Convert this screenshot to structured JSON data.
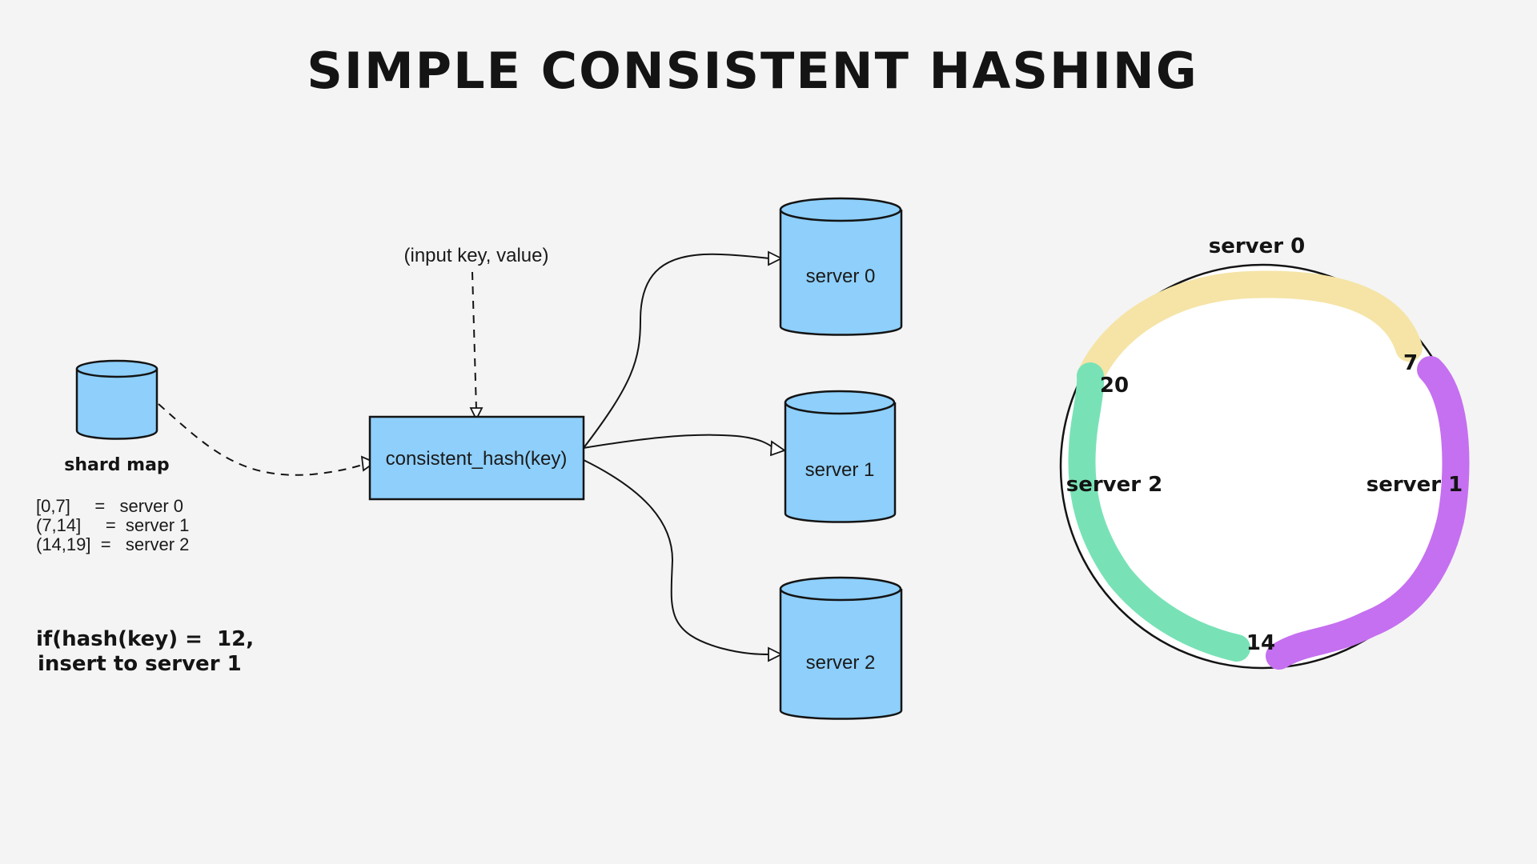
{
  "title": "SIMPLE CONSISTENT HASHING",
  "input_label": "(input key, value)",
  "hash_box_label": "consistent_hash(key)",
  "shard_map": {
    "label": "shard map",
    "rows": [
      "[0,7]     =   server 0",
      "(7,14]     =  server 1",
      "(14,19]  =   server 2"
    ]
  },
  "example": {
    "line1": "if(hash(key) =  12,",
    "line2": "insert to server 1"
  },
  "servers": [
    {
      "label": "server 0"
    },
    {
      "label": "server 1"
    },
    {
      "label": "server 2"
    }
  ],
  "ring": {
    "segments": [
      {
        "label": "server 0",
        "from": 20,
        "to": 7,
        "color": "#f5e4a6"
      },
      {
        "label": "server 1",
        "from": 7,
        "to": 14,
        "color": "#c570f0"
      },
      {
        "label": "server 2",
        "from": 14,
        "to": 20,
        "color": "#78e2b6"
      }
    ],
    "markers": [
      "7",
      "14",
      "20"
    ]
  },
  "colors": {
    "node_fill": "#8ecffb",
    "stroke": "#141414",
    "background": "#f4f4f4",
    "ring_fill": "#ffffff"
  }
}
